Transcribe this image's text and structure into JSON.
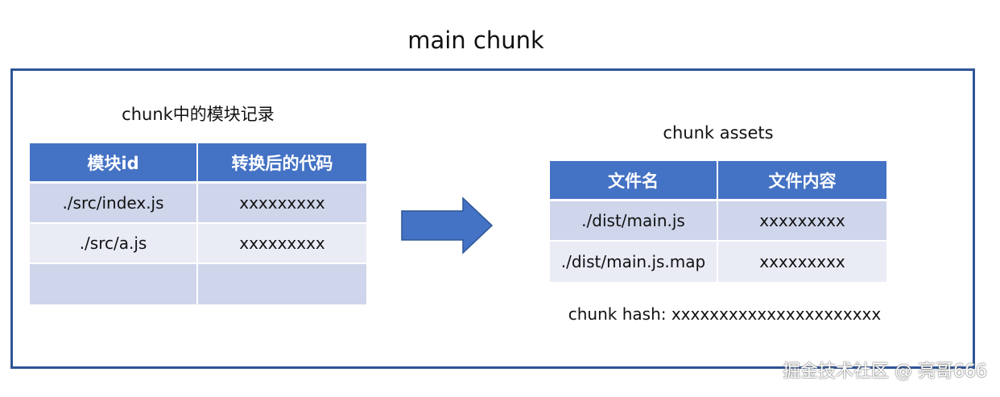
{
  "title": "main chunk",
  "left_panel": {
    "caption": "chunk中的模块记录",
    "headers": [
      "模块id",
      "转换后的代码"
    ],
    "rows": [
      [
        "./src/index.js",
        "xxxxxxxxx"
      ],
      [
        "./src/a.js",
        "xxxxxxxxx"
      ],
      [
        "",
        ""
      ]
    ]
  },
  "right_panel": {
    "caption": "chunk assets",
    "headers": [
      "文件名",
      "文件内容"
    ],
    "rows": [
      [
        "./dist/main.js",
        "xxxxxxxxx"
      ],
      [
        "./dist/main.js.map",
        "xxxxxxxxx"
      ]
    ],
    "hash": "chunk hash: xxxxxxxxxxxxxxxxxxxxxx"
  },
  "watermark": "掘金技术社区 @ 亮哥666",
  "colors": {
    "frame": "#2f5597",
    "header": "#4472c4",
    "row_odd": "#cfd5ea",
    "row_even": "#e9ebf5",
    "arrow": "#4472c4"
  }
}
